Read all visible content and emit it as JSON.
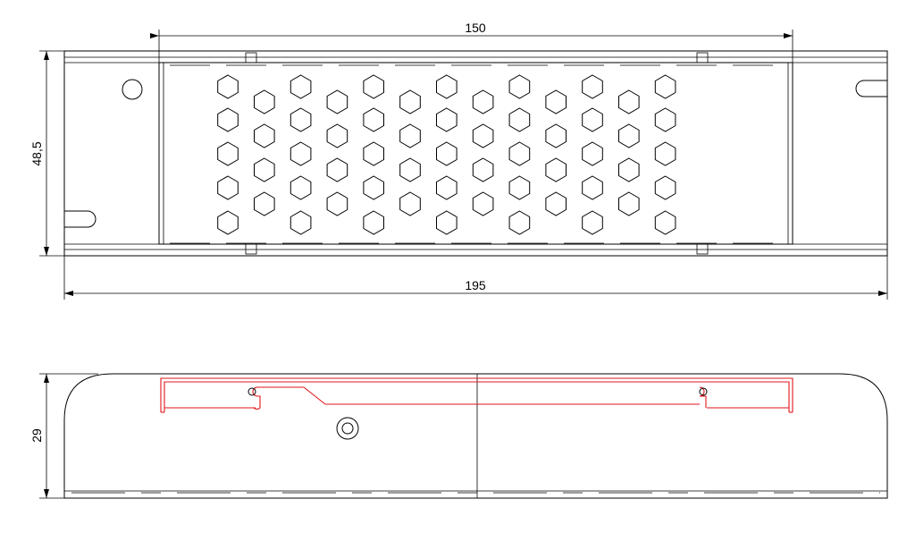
{
  "colors": {
    "line": "#000000",
    "profile": "#e0161b",
    "background": "#ffffff"
  },
  "dimensions": {
    "inner_length": "150",
    "overall_length": "195",
    "width": "48,5",
    "height": "29"
  },
  "hex_grid": {
    "columns": 13,
    "rows_odd_column": 5,
    "rows_even_column": 4
  }
}
